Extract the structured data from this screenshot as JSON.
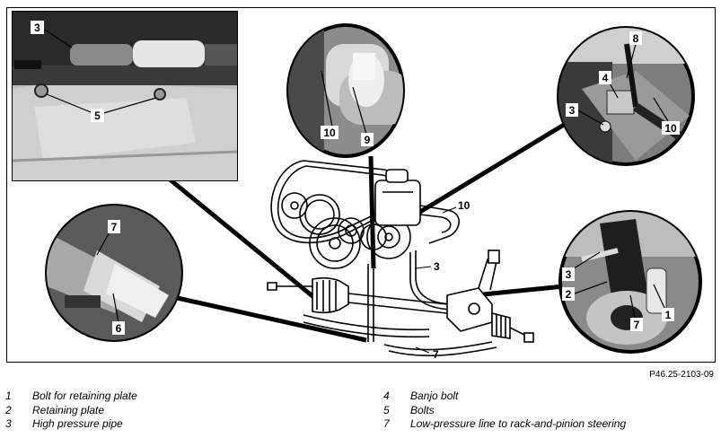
{
  "figure": {
    "reference": "P46.25-2103-09",
    "callouts": {
      "topleft_3": "3",
      "topleft_5": "5",
      "detail_10": "10",
      "detail_9": "9",
      "topright_8": "8",
      "topright_4": "4",
      "topright_3": "3",
      "topright_10": "10",
      "left_7": "7",
      "left_6": "6",
      "right_3": "3",
      "right_2": "2",
      "right_7": "7",
      "right_1": "1",
      "main_10": "10",
      "main_3": "3",
      "main_7": "7"
    }
  },
  "legend": {
    "left": [
      {
        "num": "1",
        "text": "Bolt for retaining plate"
      },
      {
        "num": "2",
        "text": "Retaining plate"
      },
      {
        "num": "3",
        "text": "High pressure pipe"
      }
    ],
    "right": [
      {
        "num": "4",
        "text": "Banjo bolt"
      },
      {
        "num": "5",
        "text": "Bolts"
      },
      {
        "num": "7",
        "text": "Low-pressure line to rack-and-pinion steering"
      }
    ]
  }
}
